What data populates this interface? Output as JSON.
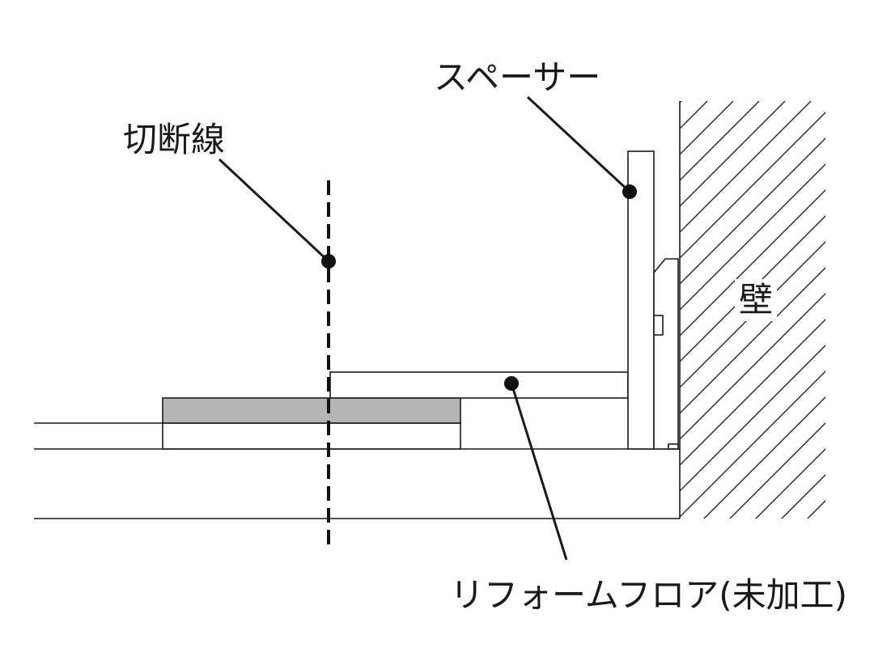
{
  "labels": {
    "cut_line": "切断線",
    "spacer": "スペーサー",
    "wall": "壁",
    "reform_floor": "リフォームフロア(未加工)"
  },
  "colors": {
    "line": "#1a1a1a",
    "gray_board": "#b5b5b5",
    "background": "#ffffff"
  }
}
